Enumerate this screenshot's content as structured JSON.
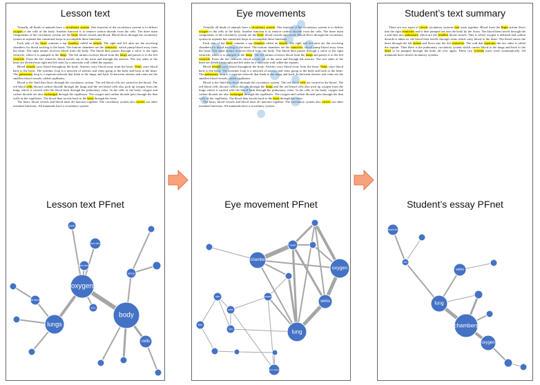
{
  "panels": {
    "lesson": {
      "title": "Lesson text",
      "net_title": "Lesson text PFnet",
      "paragraphs": [
        [
          {
            "t": "Virtually all kinds of animals have a "
          },
          {
            "t": "circulatory",
            "h": 1
          },
          {
            "t": " "
          },
          {
            "t": "system",
            "h": 1
          },
          {
            "t": ". One function of the circulatory system is to deliver "
          },
          {
            "t": "oxygen",
            "h": 1
          },
          {
            "t": " to the cells of the body. Another function is to remove carbon dioxide from the cells. The three main components of the circulatory system are the "
          },
          {
            "t": "heart",
            "h": 1
          },
          {
            "t": ", blood vessels and blood. Blood flows through the circulatory system in separate but connected loops to accomplish these functions."
          }
        ],
        [
          {
            "t": "Each side of the "
          },
          {
            "t": "heart",
            "h": 1
          },
          {
            "t": " contains a top "
          },
          {
            "t": "chamber",
            "h": 1
          },
          {
            "t": " called an "
          },
          {
            "t": "atrium",
            "h": 1
          },
          {
            "t": ". The right and left atria are the receiving chambers for blood arriving to the heart. The bottom chambers are the "
          },
          {
            "t": "ventricles",
            "h": 1
          },
          {
            "t": ", which pump blood away from the heart. The right atrium receives blood from the body. The blood then passes through a valve to the right ventricle, where it is pumped to the "
          },
          {
            "t": "lungs",
            "h": 1
          },
          {
            "t": ". The left atrium receives blood from the "
          },
          {
            "t": "lungs",
            "h": 1
          },
          {
            "t": " and passes it to the left "
          },
          {
            "t": "ventricle",
            "h": 1
          },
          {
            "t": ". From the left ventricle, blood travels out of the aorta and through the arteries. The two sides of the heart are divided into right and left sides by a muscular wall called the septum."
          }
        ],
        [
          {
            "t": "Blood "
          },
          {
            "t": "vessels",
            "h": 1
          },
          {
            "t": " carry blood throughout the body. Arteries carry blood away from the heart. "
          },
          {
            "t": "Veins",
            "h": 1
          },
          {
            "t": " carry blood back to the heart. The systemic loop is a network of arteries and veins going to the body and back to the heart. The "
          },
          {
            "t": "pulmonary",
            "h": 1
          },
          {
            "t": " loop is a separate network that leads to the lungs and back. In between arteries and veins are the smallest blood vessels, called capillaries."
          }
        ],
        [
          {
            "t": "Blood is the fluid that flows through the circulatory system. The red blood cells are carried in the blood. The red blood "
          },
          {
            "t": "cells",
            "h": 1
          },
          {
            "t": " discard carbon dioxide through the lungs and the red blood cells also pick up oxygen from the lungs which is carried with the blood back through the pulmonary veins. In the cells of the body, oxygen and carbon dioxide are also "
          },
          {
            "t": "exchanged",
            "h": 1
          },
          {
            "t": " through the capillaries. The oxygen and carbon dioxide pass through the thin walls of the capillaries. The blood then travels back to the "
          },
          {
            "t": "heart",
            "h": 1
          },
          {
            "t": " through the veins."
          }
        ],
        [
          {
            "t": "The heart, blood vessels and blood must all function together. The circulatory system also "
          },
          {
            "t": "carries",
            "h": 1
          },
          {
            "t": " out other essential functions. All mammals have a circulatory system."
          }
        ]
      ],
      "nodes": [
        {
          "id": "oxygen",
          "label": "oxygen",
          "r": 17,
          "fs": 10
        },
        {
          "id": "body",
          "label": "body",
          "r": 19,
          "fs": 10
        },
        {
          "id": "lungs",
          "label": "lungs",
          "r": 14,
          "fs": 9
        },
        {
          "id": "cells",
          "label": "cells",
          "r": 9,
          "fs": 6
        },
        {
          "id": "pulmonary",
          "label": "pulm",
          "r": 6,
          "fs": 4
        },
        {
          "id": "co2",
          "label": "Carbon dioxide",
          "r": 8,
          "fs": 3.5
        },
        {
          "id": "carbon",
          "label": "carbon dioxide",
          "r": 7,
          "fs": 3.5
        },
        {
          "id": "circ",
          "label": "Circ",
          "r": 6,
          "fs": 4
        },
        {
          "id": "artery",
          "label": "artery",
          "r": 7,
          "fs": 4
        },
        {
          "id": "n_tr",
          "label": "",
          "r": 5,
          "fs": 4
        },
        {
          "id": "n_r2",
          "label": "",
          "r": 6,
          "fs": 4
        },
        {
          "id": "leftat",
          "label": "left atrium",
          "r": 7,
          "fs": 3.5
        },
        {
          "id": "n_l1",
          "label": "",
          "r": 5,
          "fs": 4
        },
        {
          "id": "n_l2",
          "label": "",
          "r": 5,
          "fs": 4
        },
        {
          "id": "n_b1",
          "label": "",
          "r": 5,
          "fs": 4
        },
        {
          "id": "n_b2",
          "label": "",
          "r": 5,
          "fs": 4
        },
        {
          "id": "n_b3",
          "label": "",
          "r": 5,
          "fs": 4
        },
        {
          "id": "n_br",
          "label": "",
          "r": 5,
          "fs": 4
        }
      ]
    },
    "eye": {
      "title": "Eye movements",
      "net_title": "Eye movement PFnet",
      "paragraphs": [
        [
          {
            "t": "Virtually all kinds of animals have a "
          },
          {
            "t": "circulatory",
            "h": 1
          },
          {
            "t": " "
          },
          {
            "t": "system",
            "h": 1
          },
          {
            "t": ". One function of the circulatory system is to deliver "
          },
          {
            "t": "oxygen",
            "h": 1
          },
          {
            "t": " to the cells of the body. Another function is to remove carbon dioxide from the cells. The three main components of the circulatory system are the "
          },
          {
            "t": "heart",
            "h": 1
          },
          {
            "t": ", blood vessels and blood. Blood flows through the circulatory system in separate but connected loops to accomplish these functions."
          }
        ],
        [
          {
            "t": "Each side of the "
          },
          {
            "t": "heart",
            "h": 1
          },
          {
            "t": " contains a top "
          },
          {
            "t": "chamber",
            "h": 1
          },
          {
            "t": " called an "
          },
          {
            "t": "atrium",
            "h": 1
          },
          {
            "t": ". The right and left atria are the receiving chambers for blood arriving to the heart. The bottom chambers are the "
          },
          {
            "t": "ventricles",
            "h": 1
          },
          {
            "t": ", which pump blood away from the heart. The right atrium receives blood from the body. The blood then passes through a valve to the right ventricle, where it is pumped to the "
          },
          {
            "t": "lungs",
            "h": 1
          },
          {
            "t": ". The left atrium receives blood from the "
          },
          {
            "t": "lungs",
            "h": 1
          },
          {
            "t": " and passes it to the left "
          },
          {
            "t": "ventricle",
            "h": 1
          },
          {
            "t": ". From the left ventricle, blood travels out of the aorta and through the arteries. The two sides of the heart are divided into right and left sides by a muscular wall called the septum."
          }
        ],
        [
          {
            "t": "Blood "
          },
          {
            "t": "vessels",
            "h": 1
          },
          {
            "t": " carry blood throughout the body. Arteries carry blood away from the heart. "
          },
          {
            "t": "Veins",
            "h": 1
          },
          {
            "t": " carry blood back to the heart. The systemic loop is a network of arteries and veins going to the body and back to the heart. The "
          },
          {
            "t": "pulmonary",
            "h": 1
          },
          {
            "t": " loop is a separate network that leads to the lungs and back. In between arteries and veins are the smallest blood vessels, called capillaries."
          }
        ],
        [
          {
            "t": "Blood is the fluid that flows through the circulatory system. The red blood "
          },
          {
            "t": "cells",
            "h": 1
          },
          {
            "t": " are carried in the blood. The red blood cells discard carbon dioxide through the "
          },
          {
            "t": "lungs",
            "h": 1
          },
          {
            "t": " and the red blood cells also pick up oxygen from the lungs which is carried with the blood back through the pulmonary veins. In the cells of the body, oxygen and carbon dioxide are also "
          },
          {
            "t": "exchanged",
            "h": 1
          },
          {
            "t": " through the capillaries. The oxygen and carbon dioxide pass through the thin walls of the capillaries. The blood then travels back to the "
          },
          {
            "t": "heart",
            "h": 1
          },
          {
            "t": " through the veins."
          }
        ],
        [
          {
            "t": "The heart, blood vessels and blood must all function together. The circulatory system also "
          },
          {
            "t": "carries",
            "h": 1
          },
          {
            "t": " out other essential functions. All mammals have a circulatory system."
          }
        ]
      ],
      "nodes": [
        {
          "id": "chamber",
          "label": "chambe",
          "r": 12,
          "fs": 6
        },
        {
          "id": "oxygen",
          "label": "oxygen",
          "r": 14,
          "fs": 7
        },
        {
          "id": "veins",
          "label": "veins",
          "r": 10,
          "fs": 6
        },
        {
          "id": "lung",
          "label": "lung",
          "r": 14,
          "fs": 8
        },
        {
          "id": "heart",
          "label": "heart",
          "r": 7,
          "fs": 4
        },
        {
          "id": "top",
          "label": "",
          "r": 5,
          "fs": 4
        },
        {
          "id": "cells",
          "label": "cells",
          "r": 6,
          "fs": 3.5
        },
        {
          "id": "arteries",
          "label": "arte",
          "r": 6,
          "fs": 3.5
        },
        {
          "id": "item",
          "label": "item",
          "r": 6,
          "fs": 3.5
        },
        {
          "id": "circ",
          "label": "Circ",
          "r": 6,
          "fs": 3.5
        },
        {
          "id": "carbon",
          "label": "carbon dioxide",
          "r": 8,
          "fs": 3
        },
        {
          "id": "vessel",
          "label": "vessel",
          "r": 6,
          "fs": 3.5
        },
        {
          "id": "n1",
          "label": "",
          "r": 5,
          "fs": 4
        },
        {
          "id": "n2",
          "label": "",
          "r": 5,
          "fs": 4
        },
        {
          "id": "n3",
          "label": "",
          "r": 4,
          "fs": 4
        },
        {
          "id": "n4",
          "label": "",
          "r": 4,
          "fs": 4
        },
        {
          "id": "n5",
          "label": "",
          "r": 5,
          "fs": 4
        },
        {
          "id": "n6",
          "label": "",
          "r": 5,
          "fs": 4
        }
      ]
    },
    "summary": {
      "title": "Student’s text summary",
      "net_title": "Student’s essay PFnet",
      "paragraphs": [
        [
          {
            "t": "There are two types of "
          },
          {
            "t": "closed",
            "h": 1
          },
          {
            "t": " circulatory systems "
          },
          {
            "t": "that",
            "h": 1
          },
          {
            "t": " work together. Blood from the "
          },
          {
            "t": "Right",
            "h": 1
          },
          {
            "t": " atrium flows into the right "
          },
          {
            "t": "ventricles",
            "h": 1
          },
          {
            "t": " and is then pumped out into the body by the Aorta. The blood then travels through the a and then into "
          },
          {
            "t": "pulmonary",
            "h": 1
          },
          {
            "t": " which are the "
          },
          {
            "t": "smallest",
            "h": 1
          },
          {
            "t": " blood vessels. This is where oxygen is diffused and carbon dioxide is taken in. the blood then travels through veins which carry blood to the heart. The blood enters the heart through the left "
          },
          {
            "t": "atrium",
            "h": 1
          },
          {
            "t": " and flows into the left "
          },
          {
            "t": "ventricles",
            "h": 1
          },
          {
            "t": ". The wall that "
          },
          {
            "t": "separates",
            "h": 1
          },
          {
            "t": " the two sides is called the septum. Then there is the pulmonary circulatory system which carries blood to the lungs and back to the "
          },
          {
            "t": "heart",
            "h": 1
          },
          {
            "t": " to be pumped through the body all over again. These two "
          },
          {
            "t": "systems",
            "h": 1
          },
          {
            "t": " must work systematically. All mammals have closed circulatory systems."
          }
        ]
      ],
      "nodes": [
        {
          "id": "chambers",
          "label": "chambers",
          "r": 17,
          "fs": 8
        },
        {
          "id": "oxygen",
          "label": "oxygen",
          "r": 11,
          "fs": 6
        },
        {
          "id": "lung",
          "label": "lung",
          "r": 12,
          "fs": 7
        },
        {
          "id": "veins",
          "label": "veins",
          "r": 9,
          "fs": 5
        },
        {
          "id": "circ",
          "label": "circ",
          "r": 5,
          "fs": 3.5
        },
        {
          "id": "closed",
          "label": "closed circ",
          "r": 8,
          "fs": 3.5
        },
        {
          "id": "n_a",
          "label": "",
          "r": 5,
          "fs": 4
        },
        {
          "id": "n_b",
          "label": "",
          "r": 5,
          "fs": 4
        },
        {
          "id": "n_c",
          "label": "",
          "r": 6,
          "fs": 4
        },
        {
          "id": "n_d",
          "label": "",
          "r": 5,
          "fs": 4
        },
        {
          "id": "n_e",
          "label": "",
          "r": 6,
          "fs": 4
        },
        {
          "id": "n_f",
          "label": "",
          "r": 5,
          "fs": 4
        }
      ]
    }
  },
  "colors": {
    "node_fill": "#4472c4",
    "edge": "#a6a6a6",
    "highlight": "#fff200",
    "arrow_fill": "#f8a27d",
    "arrow_stroke": "#e2734a",
    "gaze": "#5b9bd5"
  }
}
